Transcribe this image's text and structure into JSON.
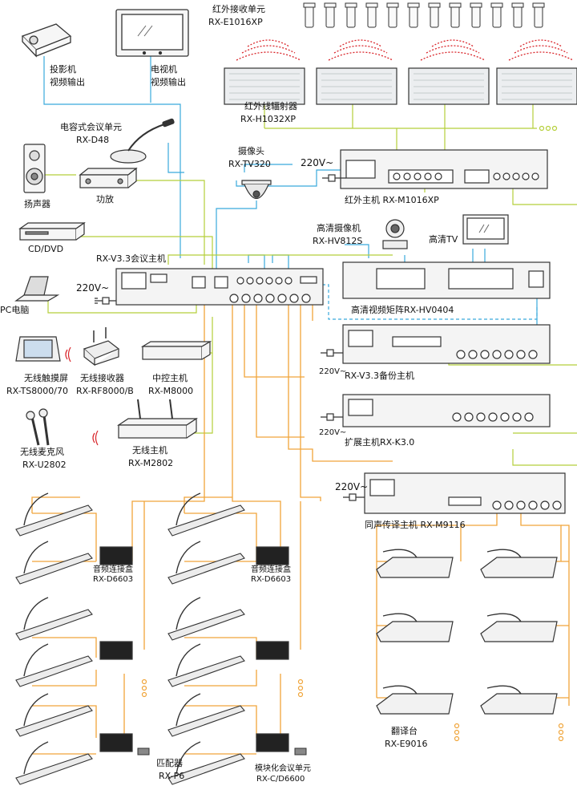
{
  "labels": {
    "ir_receiver": "红外接收单元",
    "ir_receiver_model": "RX-E1016XP",
    "projector": "投影机",
    "projector_sub": "视频输出",
    "tv": "电视机",
    "tv_sub": "视频输出",
    "ir_radiator": "红外线辐射器",
    "ir_radiator_model": "RX-H1032XP",
    "capacitive_unit": "电容式会议单元",
    "capacitive_unit_model": "RX-D48",
    "camera": "摄像头",
    "camera_model": "RX-TV320",
    "speaker": "扬声器",
    "amplifier": "功放",
    "ir_host_power": "220V~",
    "ir_host": "红外主机 RX-M1016XP",
    "cd_dvd": "CD/DVD",
    "hd_camera": "高清摄像机",
    "hd_camera_model": "RX-HV812S",
    "hd_tv": "高清TV",
    "main_host": "RX-V3.3会议主机",
    "main_host_power": "220V~",
    "pc": "PC电脑",
    "hd_matrix": "高清视频矩阵RX-HV0404",
    "backup_host_power": "220V~",
    "backup_host": "RX-V3.3备份主机",
    "touch_screen": "无线触摸屏",
    "touch_screen_model": "RX-TS8000/70",
    "wireless_receiver": "无线接收器",
    "wireless_receiver_model": "RX-RF8000/B",
    "central_control": "中控主机",
    "central_control_model": "RX-M8000",
    "expansion_power": "220V~",
    "expansion_host": "扩展主机RX-K3.0",
    "wireless_mic": "无线麦克风",
    "wireless_mic_model": "RX-U2802",
    "wireless_host": "无线主机",
    "wireless_host_model": "RX-M2802",
    "si_host_power": "220V~",
    "si_host": "同声传译主机 RX-M9116",
    "audio_box_1": "音频连接盒",
    "audio_box_1_model": "RX-D6603",
    "audio_box_2": "音频连接盒",
    "audio_box_2_model": "RX-D6603",
    "matcher": "匹配器",
    "matcher_model": "RX-P6",
    "modular_unit": "模块化会议单元",
    "modular_unit_model": "RX-C/D6600",
    "interpreter_desk": "翻译台",
    "interpreter_desk_model": "RX-E9016"
  },
  "colors": {
    "video_line": "#39a9dc",
    "audio_line": "#b5cf3a",
    "conference_line": "#f0a53a",
    "ir_line": "#b5cf3a",
    "ir_wave": "#d9252a",
    "device_stroke": "#333333",
    "device_fill": "#f3f3f3",
    "dashed_link": "#39a9dc"
  }
}
